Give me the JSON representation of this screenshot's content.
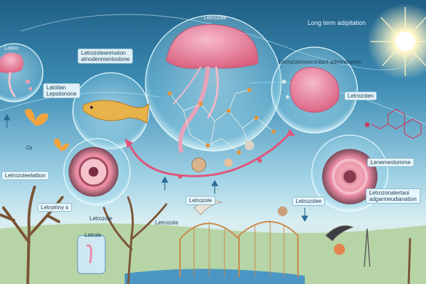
{
  "labels": {
    "top_center": "Letrozole",
    "top_right": "Long term adipitation",
    "top_left": "Letiro",
    "left_mid_line1": "Latolian",
    "left_mid_line2": "Lepstionone",
    "center_left_box_line1": "Letrozolearenaton",
    "center_left_box_line2": "atnodenmeniostone",
    "center_right": "Letrozolenearcinlant adminitamon",
    "right_box": "Letrozolen",
    "left_small": "Or",
    "left_bar": "Letrozoleelattion",
    "right_bar1": "Lenemeotomme",
    "right_bar2_line1": "Letrozonatertaoi",
    "right_bar2_line2": "adgarmeudianation",
    "bottom_left1": "Letromny s",
    "bottom_left2": "Letrozole",
    "bottom_left3": "Letrole",
    "bottom_left4": "Letrozola",
    "bottom_center": "Letrozole",
    "bottom_center_right": "Letrozolee"
  },
  "colors": {
    "sky_top": "#1f5f86",
    "jellyfish_pink": "#e98aa8",
    "arrow_pink": "#e0557a",
    "network_orange": "#e3943a",
    "sun": "#fff6c8"
  },
  "icons": [
    "jellyfish-icon",
    "fish-icon",
    "butterfly-icon",
    "cell-icon",
    "sun-icon",
    "tree-icon",
    "greenhouse-icon",
    "molecule-icon",
    "brain-icon",
    "bird-icon"
  ]
}
